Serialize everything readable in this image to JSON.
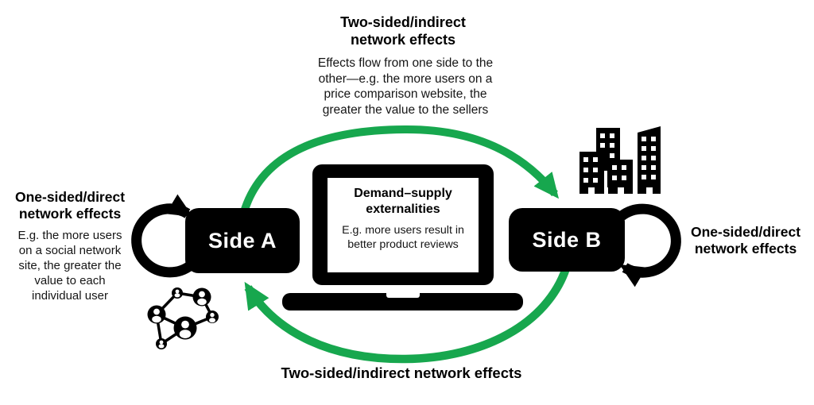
{
  "colors": {
    "green": "#17a74e",
    "ink": "#000000",
    "background": "#ffffff"
  },
  "top_label": {
    "heading": "Two-sided/indirect\nnetwork effects",
    "body": "Effects flow from one side to the\nother—e.g. the more users on a\nprice comparison website, the\ngreater the value to the sellers"
  },
  "bottom_label": {
    "heading": "Two-sided/indirect network effects"
  },
  "left_label": {
    "heading": "One-sided/direct\nnetwork effects",
    "body": "E.g. the more users\non a social network\nsite, the greater the\nvalue to each\nindividual user"
  },
  "right_label": {
    "heading": "One-sided/direct\nnetwork effects"
  },
  "side_a": {
    "label": "Side A"
  },
  "side_b": {
    "label": "Side B"
  },
  "laptop": {
    "heading": "Demand–supply\nexternalities",
    "body": "E.g. more users result in\nbetter product reviews"
  },
  "icons": {
    "center": "laptop-icon",
    "left": "social-network-users-icon",
    "right": "city-buildings-icon",
    "side_a_loop": "circular-arrow-icon",
    "side_b_loop": "circular-arrow-icon",
    "cycle_top": "curved-arrow-a-to-b",
    "cycle_bottom": "curved-arrow-b-to-a"
  }
}
